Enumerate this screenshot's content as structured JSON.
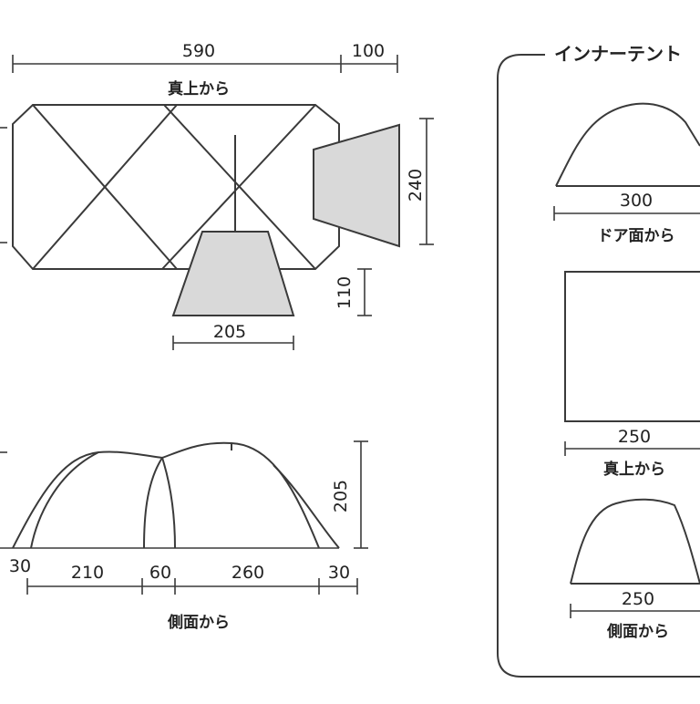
{
  "top_view": {
    "dim_length": "590",
    "dim_extension": "100",
    "caption": "真上から",
    "dim_height": "240",
    "dim_vestibule": "110",
    "dim_vestibule_width": "205"
  },
  "side_view": {
    "dim_height": "205",
    "dims": [
      "30",
      "210",
      "60",
      "260",
      "30"
    ],
    "caption": "側面から"
  },
  "inner_tent": {
    "title": "インナーテント",
    "door_view": {
      "dim": "300",
      "caption": "ドア面から"
    },
    "top_view": {
      "dim": "250",
      "caption": "真上から"
    },
    "side_view": {
      "dim": "250",
      "caption": "側面から"
    }
  },
  "colors": {
    "line": "#3a3a3a",
    "shade": "#d9d9d9"
  }
}
